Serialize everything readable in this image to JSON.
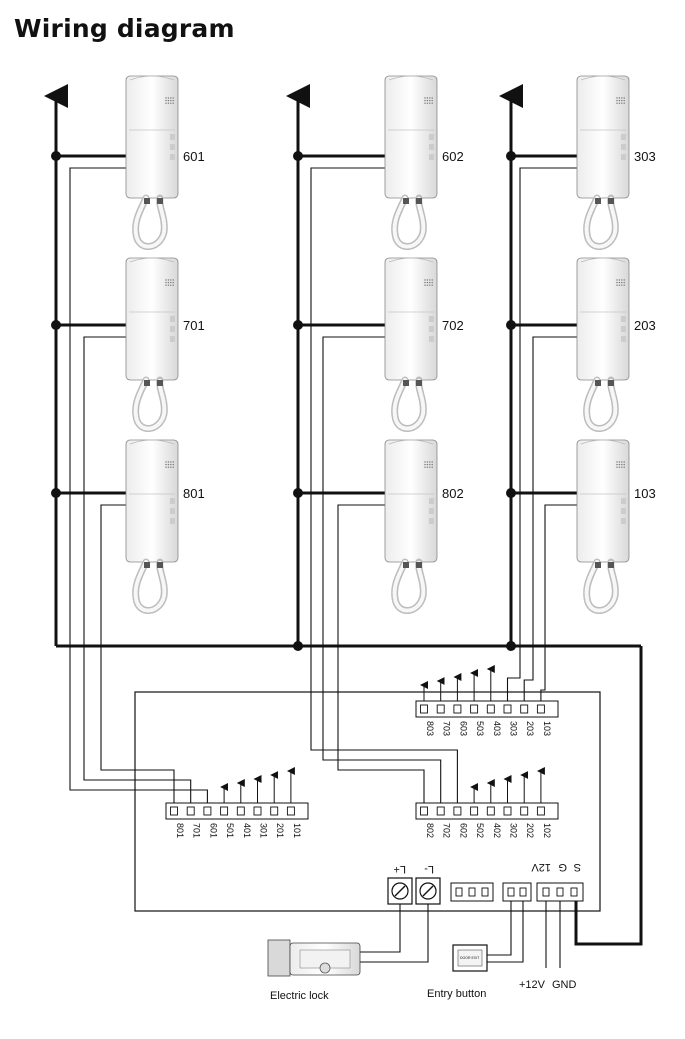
{
  "title": "Wiring diagram",
  "columns": [
    {
      "units": [
        "601",
        "701",
        "801"
      ]
    },
    {
      "units": [
        "602",
        "702",
        "802"
      ]
    },
    {
      "units": [
        "303",
        "203",
        "103"
      ]
    }
  ],
  "terminal_blocks": [
    {
      "labels": [
        "801",
        "701",
        "601",
        "501",
        "401",
        "301",
        "201",
        "101"
      ]
    },
    {
      "labels": [
        "802",
        "702",
        "602",
        "502",
        "402",
        "302",
        "202",
        "102"
      ]
    },
    {
      "labels": [
        "803",
        "703",
        "603",
        "503",
        "403",
        "303",
        "203",
        "103"
      ]
    }
  ],
  "power_terminal_labels": {
    "lock_plus": "L+",
    "lock_minus": "L-",
    "power": "12V",
    "ground": "G",
    "signal": "S"
  },
  "labels": {
    "electric_lock": "Electric  lock",
    "entry_button": "Entry button",
    "plus12v": "+12V",
    "gnd": "GND",
    "door_exit": "DOOR EXIT"
  }
}
